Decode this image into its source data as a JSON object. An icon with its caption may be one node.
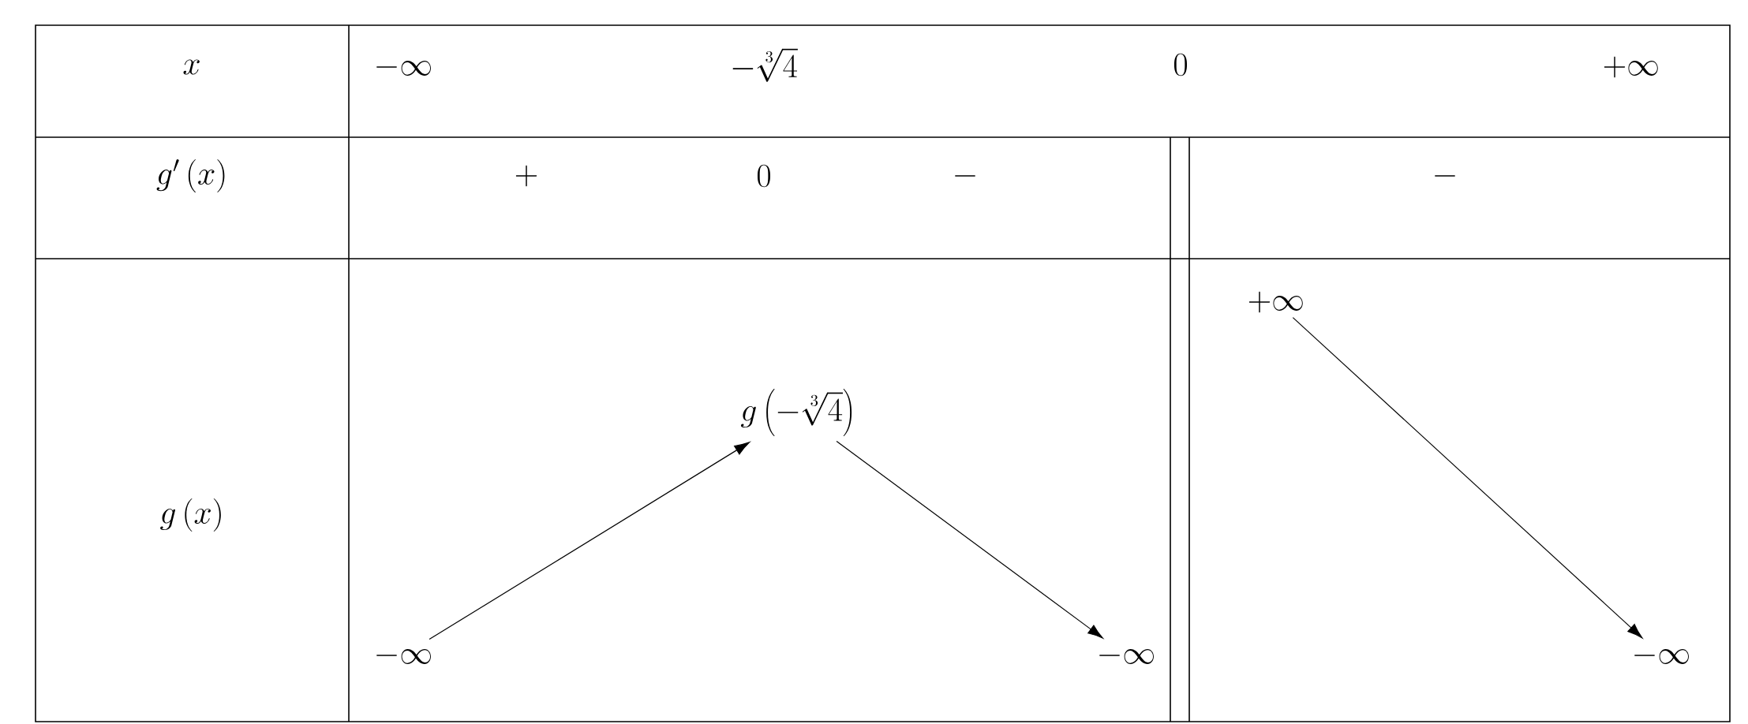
{
  "diagram": {
    "nodes": [
      {
        "text": [
          "-\\infty"
        ]
      },
      {
        "text": [
          "g\\left(-\\sqrt[3]{4}\\right)"
        ]
      },
      {
        "text": [
          "-\\infty"
        ]
      },
      {
        "text": [
          "+\\infty"
        ]
      },
      {
        "text": [
          "-\\infty"
        ]
      }
    ],
    "edges": [
      {
        "from": 0,
        "to": 1,
        "arrow": "to"
      },
      {
        "from": 1,
        "to": 2,
        "arrow": "to"
      },
      {
        "from": 3,
        "to": 4,
        "arrow": "to"
      }
    ],
    "labels": [
      "x",
      "-\\infty",
      "-\\sqrt[3]{4}",
      "0",
      "+\\infty",
      "g'\\left(x\\right)",
      "+",
      "0",
      "-",
      "-",
      "g\\left(x\\right)"
    ]
  }
}
